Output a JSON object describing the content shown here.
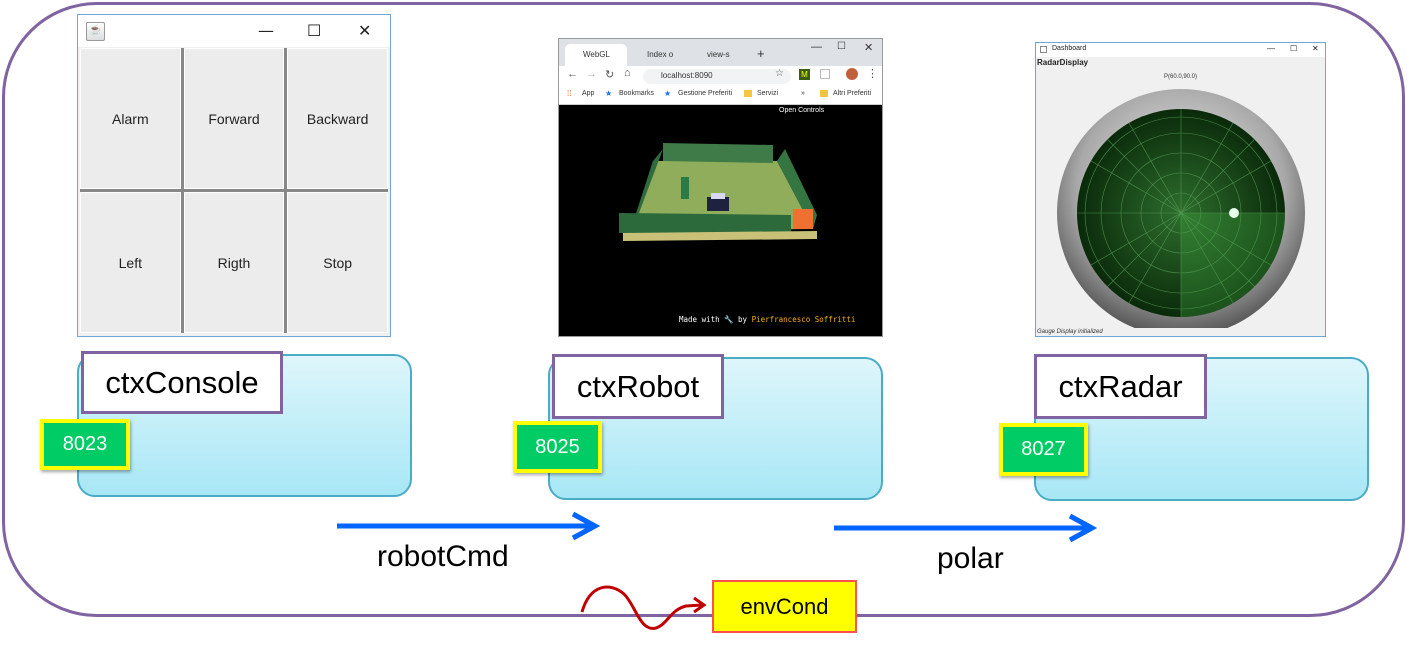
{
  "console": {
    "buttons": [
      "Alarm",
      "Forward",
      "Backward",
      "Left",
      "Rigth",
      "Stop"
    ],
    "controls": {
      "minimize": "—",
      "maximize": "☐",
      "close": "✕"
    }
  },
  "browser": {
    "tabs": [
      "WebGL",
      "Index o",
      "view-s"
    ],
    "new_tab": "+",
    "address": "localhost:8090",
    "bookmarks": [
      "App",
      "Bookmarks",
      "Gestione Preferiti",
      "Servizi",
      "»",
      "Altri Preferiti"
    ],
    "open_controls": "Open Controls",
    "footer_made": "Made with",
    "footer_by": "by",
    "footer_author": "Pierfrancesco Soffritti"
  },
  "dashboard": {
    "title": "Dashboard",
    "heading": "RadarDisplay",
    "point_label": "P(60.0,90.0)",
    "status": "Gauge Display initialized"
  },
  "contexts": [
    {
      "name": "ctxConsole",
      "port": "8023"
    },
    {
      "name": "ctxRobot",
      "port": "8025"
    },
    {
      "name": "ctxRadar",
      "port": "8027"
    }
  ],
  "arrows": {
    "left": "robotCmd",
    "right": "polar"
  },
  "env": {
    "label": "envCond"
  },
  "colors": {
    "frame": "#8064a2",
    "arrow": "#0066ff",
    "port_fill": "#00cc66",
    "port_border": "#ffff00",
    "env_fill": "#ffff00"
  }
}
